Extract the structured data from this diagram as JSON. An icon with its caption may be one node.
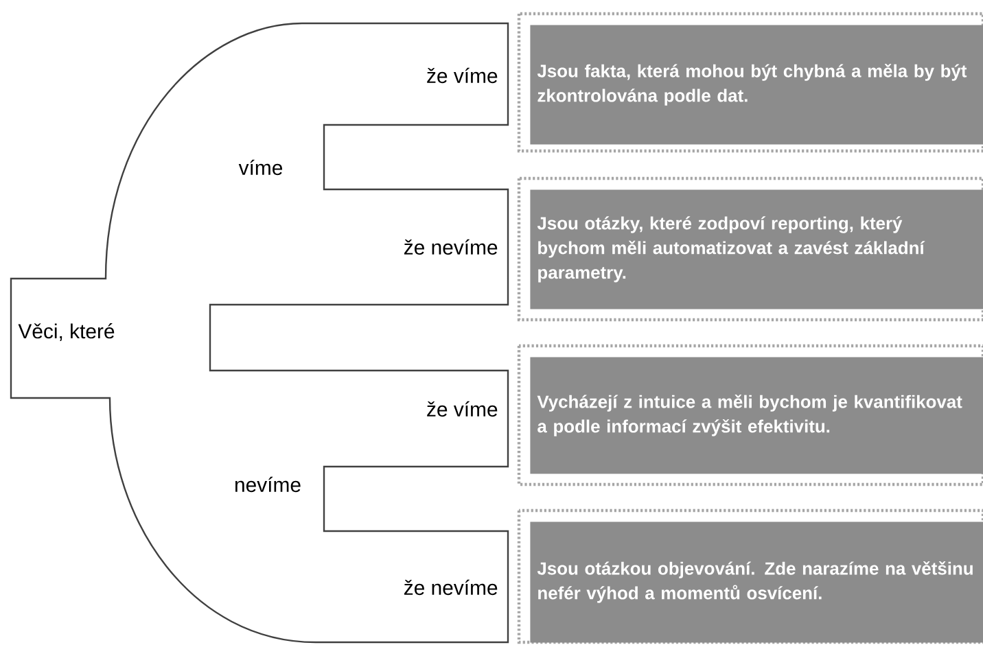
{
  "diagram": {
    "nodes": [
      {
        "text": [
          "Věci, které",
          "víme",
          "že víme",
          "že nevíme",
          "nevíme",
          "že víme",
          "že nevíme"
        ]
      },
      {
        "text": [
          "Jsou **fakta**, která mohou být chybná a měla by být zkontrolována podle dat."
        ]
      },
      {
        "text": [
          "Jsou **otázky**, které zodpoví reporting, který bychom měli automatizovat a zavést základní parametry."
        ]
      },
      {
        "text": [
          "Vycházejí z **intuice** a měli bychom je kvantifikovat a podle informací zvýšit efektivitu."
        ]
      },
      {
        "text": [
          "Jsou otázkou **objevování**. Zde narazíme na většinu nefér výhod a momentů osvícení."
        ]
      }
    ]
  }
}
